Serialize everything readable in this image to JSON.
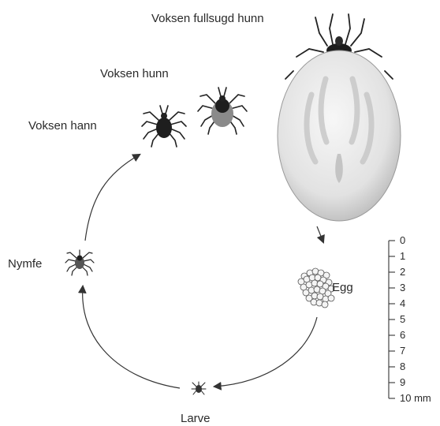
{
  "labels": {
    "engorged_female": "Voksen fullsugd hunn",
    "adult_female": "Voksen hunn",
    "adult_male": "Voksen hann",
    "nymph": "Nymfe",
    "egg": "Egg",
    "larva": "Larve"
  },
  "scale": {
    "ticks": [
      "0",
      "1",
      "2",
      "3",
      "4",
      "5",
      "6",
      "7",
      "8",
      "9",
      "10 mm"
    ]
  },
  "icons": {
    "engorged_female": "engorged-tick",
    "adult_female": "tick",
    "adult_male": "tick",
    "nymph": "tick",
    "larva": "tick",
    "eggs": "egg-cluster"
  },
  "colors": {
    "ink": "#222222",
    "arrow": "#333333",
    "engorged_body": "#e8e8e8"
  }
}
